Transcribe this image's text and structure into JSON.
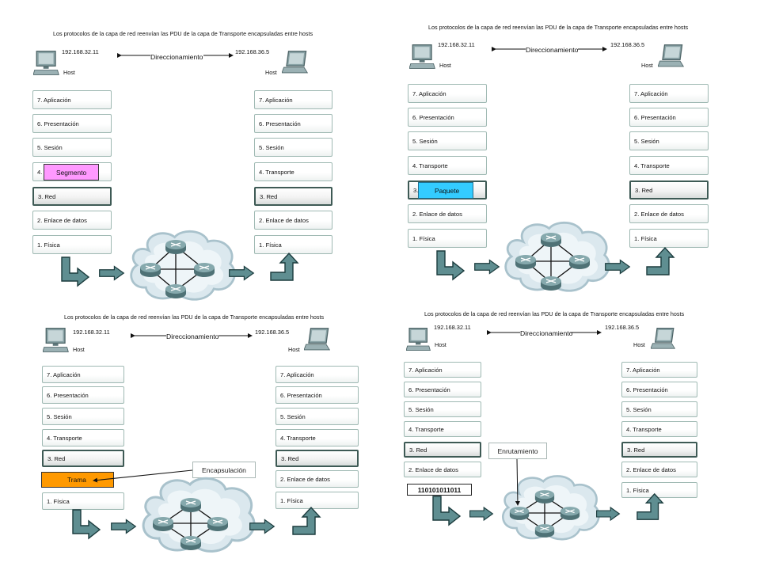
{
  "panels": [
    {
      "caption": "Los protocolos de la capa de red reenvían las PDU de la capa de Transporte encapsuladas entre hosts",
      "ip_left": "192.168.32.11",
      "ip_right": "192.168.36.5",
      "addressing": "Direccionamiento",
      "host_left": "Host",
      "host_right": "Host",
      "left_layers": [
        "7. Aplicación",
        "6. Presentación",
        "5. Sesión",
        "4. Tra",
        "3. Red",
        "2. Enlace de datos",
        "1. Física"
      ],
      "right_layers": [
        "7. Aplicación",
        "6. Presentación",
        "5. Sesión",
        "4. Transporte",
        "3. Red",
        "2. Enlace de datos",
        "1. Física"
      ],
      "pdu_label": "Segmento",
      "pdu_color": "#ff99ff"
    },
    {
      "caption": "Los protocolos de la capa de red reenvían las PDU de la capa de Transporte encapsuladas entre hosts",
      "ip_left": "192.168.32.11",
      "ip_right": "192.168.36.5",
      "addressing": "Direccionamiento",
      "host_left": "Host",
      "host_right": "Host",
      "left_layers": [
        "7. Aplicación",
        "6. Presentación",
        "5. Sesión",
        "4. Transporte",
        "3. Red",
        "2. Enlace de datos",
        "1. Física"
      ],
      "right_layers": [
        "7. Aplicación",
        "6. Presentación",
        "5. Sesión",
        "4. Transporte",
        "3. Red",
        "2. Enlace de datos",
        "1. Física"
      ],
      "pdu_label": "Paquete",
      "pdu_color": "#33ccff"
    },
    {
      "caption": "Los protocolos de la capa de red reenvían las PDU de la capa de Transporte encapsuladas entre hosts",
      "ip_left": "192.168.32.11",
      "ip_right": "192.168.36.5",
      "addressing": "Direccionamiento",
      "host_left": "Host",
      "host_right": "Host",
      "left_layers": [
        "7. Aplicación",
        "6. Presentación",
        "5. Sesión",
        "4. Transporte",
        "3. Red",
        "",
        "1. Física"
      ],
      "right_layers": [
        "7. Aplicación",
        "6. Presentación",
        "5. Sesión",
        "4. Transporte",
        "3. Red",
        "2. Enlace de datos",
        "1. Física"
      ],
      "pdu_label": "Trama",
      "pdu_color": "#ff9900",
      "callout": "Encapsulación"
    },
    {
      "caption": "Los protocolos de la capa de red reenvían las PDU de la capa de Transporte encapsuladas entre hosts",
      "ip_left": "192.168.32.11",
      "ip_right": "192.168.36.5",
      "addressing": "Direccionamiento",
      "host_left": "Host",
      "host_right": "Host",
      "left_layers": [
        "7. Aplicación",
        "6. Presentación",
        "5. Sesión",
        "4. Transporte",
        "3. Red",
        "2. Enlace de datos",
        ""
      ],
      "right_layers": [
        "7. Aplicación",
        "6. Presentación",
        "5. Sesión",
        "4. Transporte",
        "3. Red",
        "2. Enlace de datos",
        "1. Física"
      ],
      "bits": "110101011011",
      "callout": "Enrutamiento"
    }
  ],
  "colors": {
    "layer_border": "#9fb9b3",
    "red_border": "#3e5a55",
    "arrow": "#5a8a8c",
    "cloud": "#cfe0e8",
    "router": "#6e8f93"
  }
}
